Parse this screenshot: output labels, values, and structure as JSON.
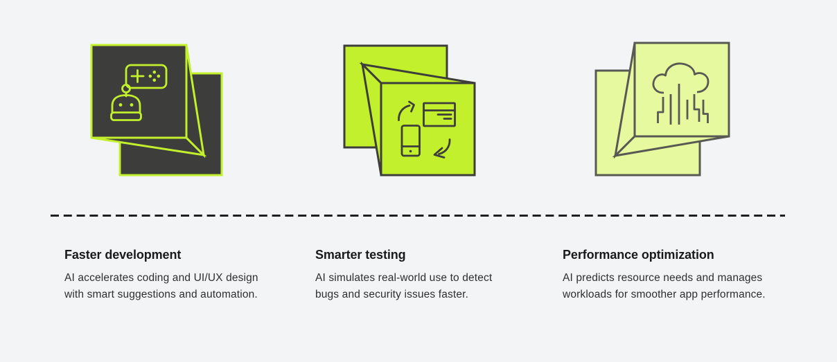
{
  "colors": {
    "background": "#f3f4f5",
    "lime": "#c3f02d",
    "charcoal": "#3d3d3b",
    "pale_lime": "#e7f99e",
    "pale_stroke": "#595953",
    "divider": "#1e1e20",
    "heading": "#1a1a1c",
    "body": "#2e2e30"
  },
  "divider": {
    "style": "dashed-horizontal-rule"
  },
  "features": [
    {
      "icon": "robot-gamepad-cube-icon",
      "title": "Faster development",
      "description_lines": [
        "AI accelerates coding and UI/UX design",
        "with smart suggestions and automation."
      ]
    },
    {
      "icon": "device-sync-cube-icon",
      "title": "Smarter testing",
      "description_lines": [
        "AI simulates real-world use to detect",
        "bugs and security issues faster."
      ]
    },
    {
      "icon": "cloud-circuit-cube-icon",
      "title": "Performance optimization",
      "description_lines": [
        "AI predicts resource needs and manages",
        "workloads for smoother app performance."
      ]
    }
  ]
}
